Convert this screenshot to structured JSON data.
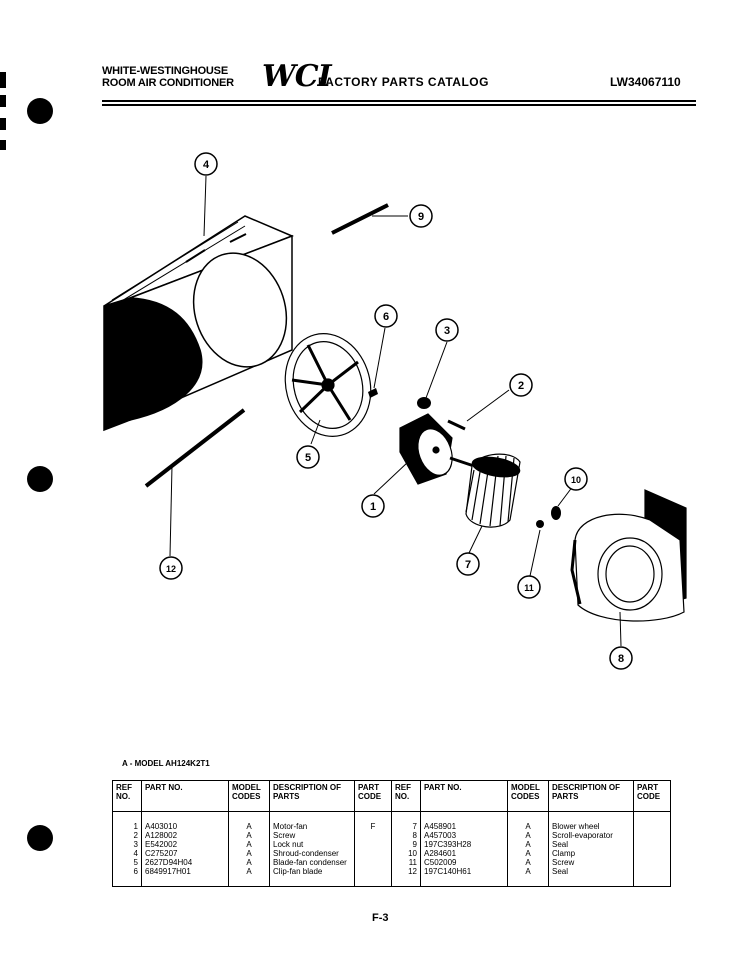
{
  "header": {
    "brand_line1": "WHITE-WESTINGHOUSE",
    "brand_line2": "ROOM AIR CONDITIONER",
    "logo": "WCI",
    "catalog_title": "FACTORY PARTS CATALOG",
    "catalog_number": "LW34067110"
  },
  "callouts": [
    {
      "id": "callout-1",
      "label": "1"
    },
    {
      "id": "callout-2",
      "label": "2"
    },
    {
      "id": "callout-3",
      "label": "3"
    },
    {
      "id": "callout-4",
      "label": "4"
    },
    {
      "id": "callout-5",
      "label": "5"
    },
    {
      "id": "callout-6",
      "label": "6"
    },
    {
      "id": "callout-7",
      "label": "7"
    },
    {
      "id": "callout-8",
      "label": "8"
    },
    {
      "id": "callout-9",
      "label": "9"
    },
    {
      "id": "callout-10",
      "label": "10"
    },
    {
      "id": "callout-11",
      "label": "11"
    },
    {
      "id": "callout-12",
      "label": "12"
    }
  ],
  "parts_table": {
    "model_line": "A - MODEL AH124K2T1",
    "headers": {
      "ref": "REF NO.",
      "part": "PART NO.",
      "model": "MODEL CODES",
      "desc": "DESCRIPTION OF PARTS",
      "code": "PART CODE"
    },
    "rows": [
      {
        "l_ref": "1",
        "l_part": "A403010",
        "l_model": "A",
        "l_desc": "Motor-fan",
        "l_code": "F",
        "r_ref": "7",
        "r_part": "A458901",
        "r_model": "A",
        "r_desc": "Blower wheel",
        "r_code": ""
      },
      {
        "l_ref": "2",
        "l_part": "A128002",
        "l_model": "A",
        "l_desc": "Screw",
        "l_code": "",
        "r_ref": "8",
        "r_part": "A457003",
        "r_model": "A",
        "r_desc": "Scroll-evaporator",
        "r_code": ""
      },
      {
        "l_ref": "3",
        "l_part": "E542002",
        "l_model": "A",
        "l_desc": "Lock nut",
        "l_code": "",
        "r_ref": "9",
        "r_part": "197C393H28",
        "r_model": "A",
        "r_desc": "Seal",
        "r_code": ""
      },
      {
        "l_ref": "4",
        "l_part": "C275207",
        "l_model": "A",
        "l_desc": "Shroud-condenser",
        "l_code": "",
        "r_ref": "10",
        "r_part": "A284601",
        "r_model": "A",
        "r_desc": "Clamp",
        "r_code": ""
      },
      {
        "l_ref": "5",
        "l_part": "2627D94H04",
        "l_model": "A",
        "l_desc": "Blade-fan condenser",
        "l_code": "",
        "r_ref": "11",
        "r_part": "C502009",
        "r_model": "A",
        "r_desc": "Screw",
        "r_code": ""
      },
      {
        "l_ref": "6",
        "l_part": "6849917H01",
        "l_model": "A",
        "l_desc": "Clip-fan blade",
        "l_code": "",
        "r_ref": "12",
        "r_part": "197C140H61",
        "r_model": "A",
        "r_desc": "Seal",
        "r_code": ""
      }
    ]
  },
  "page_number": "F-3"
}
